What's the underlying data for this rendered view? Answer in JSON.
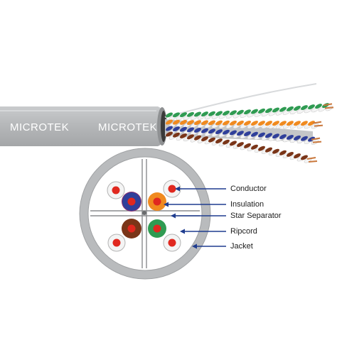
{
  "cable": {
    "brand_left": "MICROTEK",
    "brand_right": "MICROTEK",
    "jacket_color": "#b9bbbd",
    "pair_colors": {
      "blue": "#2f3f9a",
      "orange": "#f08a1f",
      "brown": "#7a3518",
      "green": "#2f9b52",
      "conductor": "#e0281f",
      "white_insulation": "#f4f4f4"
    }
  },
  "callouts": [
    {
      "id": "conductor",
      "label": "Conductor"
    },
    {
      "id": "insulation",
      "label": "Insulation"
    },
    {
      "id": "star-separator",
      "label": "Star Separator"
    },
    {
      "id": "ripcord",
      "label": "Ripcord"
    },
    {
      "id": "jacket",
      "label": "Jacket"
    }
  ]
}
